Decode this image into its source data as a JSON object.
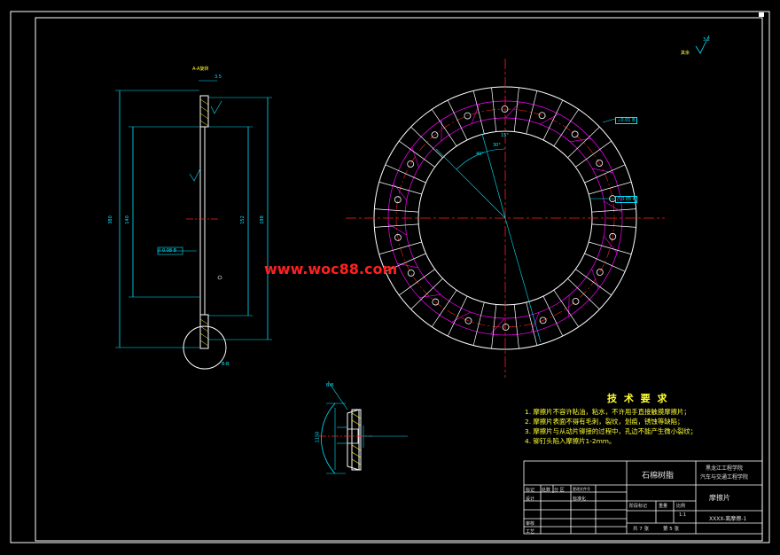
{
  "watermark": "www.woc88.com",
  "section_label": "A-A旋转",
  "detail_label": "B-B",
  "roughness_note": "其余",
  "roughness_value": "3.2",
  "section_view_label": "B-B",
  "tech_title": "技 术 要 求",
  "tech_lines": [
    "1. 摩擦片不容许粘油，粘水，不许用手直接触摸摩擦片；",
    "2. 摩擦片表面不得有毛刺，裂纹，划痕，锈蚀等缺陷；",
    "3. 摩擦片与从动片铆接的过程中，孔边不能产生微小裂纹；",
    "4. 铆钉头陷入摩擦片1-2mm。"
  ],
  "tol_frames": [
    "⊥0.01 B",
    "// 0.05 A",
    "// 0.08 B"
  ],
  "dims": {
    "left_top": "3.5",
    "left_height_outer": "380",
    "left_height_inner": "140",
    "left_mid": "152",
    "left_right": "198",
    "angle1": "40°",
    "angle2": "30°",
    "angle3": "15°",
    "detail_height": "1150"
  },
  "title_block": {
    "material": "石棉树脂",
    "school_line1": "黑龙江工程学院",
    "school_line2": "汽车与交通工程学院",
    "part_name": "摩擦片",
    "drawing_no": "XXXX-离摩擦-1",
    "scale": "1:1",
    "sheet_total": "共 7 张",
    "sheet_no": "第 5 张",
    "row_labels": [
      "标记",
      "处数",
      "分 区",
      "更改文件号",
      "签名",
      "年月日"
    ],
    "design": "设计",
    "standard": "标准化",
    "review": "审核",
    "process": "工艺",
    "approve": "批准",
    "stage_mark": "阶段标记",
    "weight": "重量",
    "ratio": "比例"
  },
  "colors": {
    "frame": "#ffffff",
    "outline": "#ffffff",
    "dim": "#00e5ff",
    "center": "#ff2020",
    "hidden": "#ff00ff",
    "text_yellow": "#ffff33",
    "watermark": "#ff2020",
    "hatch": "#ffff33"
  }
}
